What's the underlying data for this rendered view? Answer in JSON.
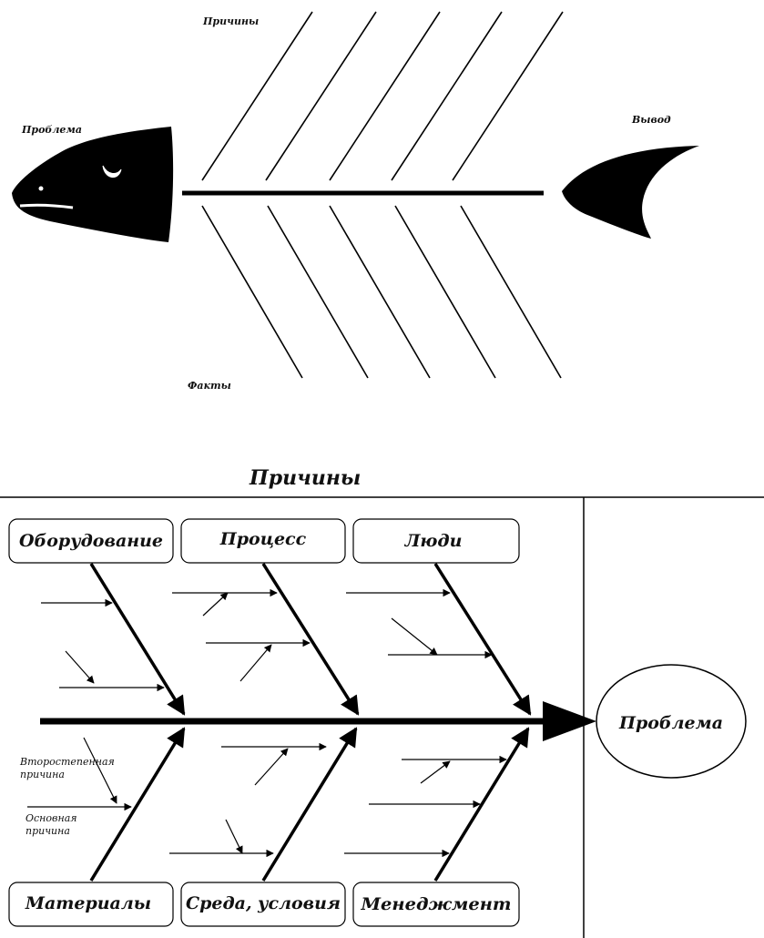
{
  "fish_diagram": {
    "causes_label": "Причины",
    "problem_label": "Проблема",
    "conclusion_label": "Вывод",
    "facts_label": "Факты"
  },
  "ishikawa_diagram": {
    "header": "Причины",
    "top_categories": [
      "Оборудование",
      "Процесс",
      "Люди"
    ],
    "bottom_categories": [
      "Материалы",
      "Среда, условия",
      "Менеджмент"
    ],
    "problem": "Проблема",
    "secondary_cause_label": "Второстепенная причина",
    "primary_cause_label": "Основная причина",
    "secondary_cause_lines": [
      "Второстепенная",
      "причина"
    ],
    "primary_cause_lines": [
      "Основная",
      "причина"
    ]
  }
}
